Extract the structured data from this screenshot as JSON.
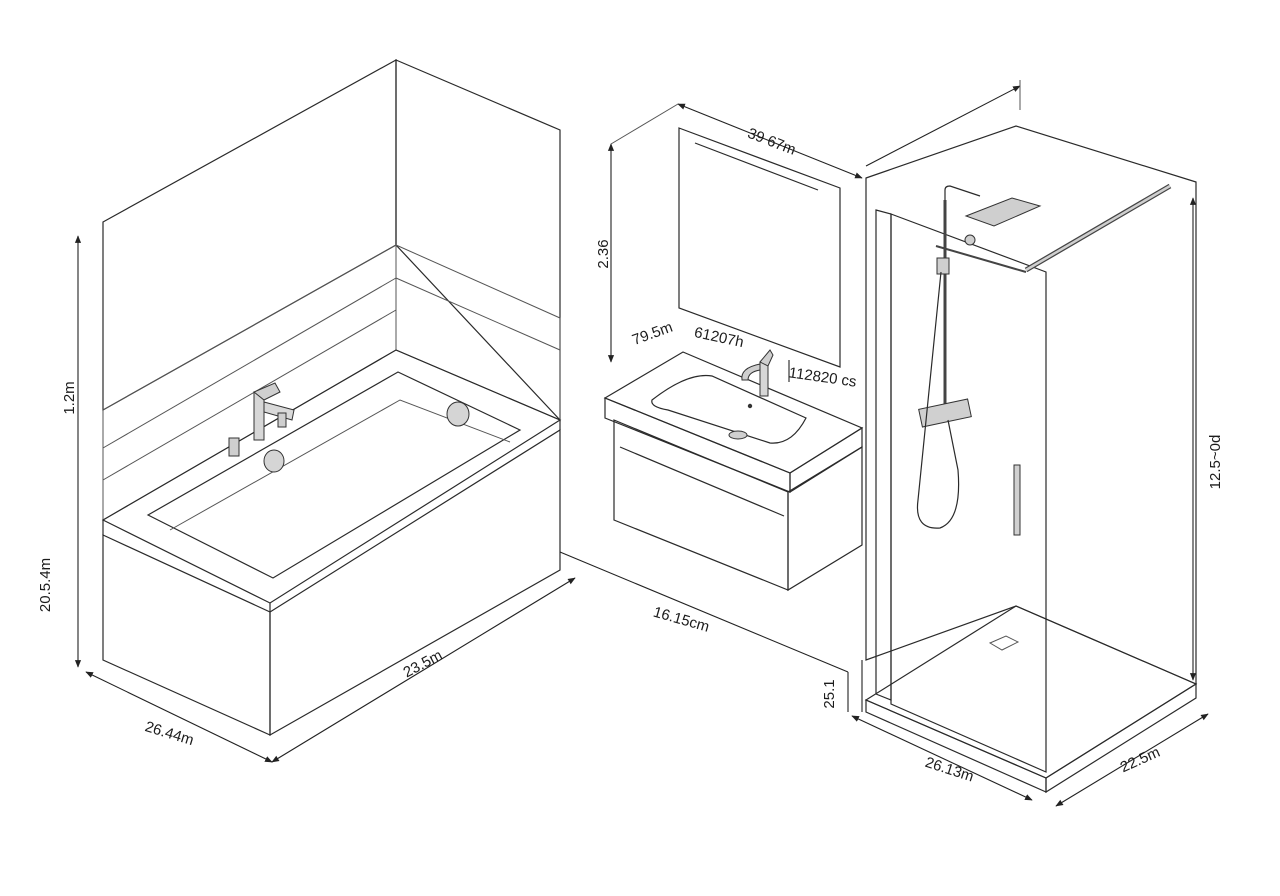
{
  "colors": {
    "line": "#2a2a2a",
    "wall": "#f4f4f4",
    "tile_band": "#e6e6e6",
    "surface": "#f0f0f0",
    "basin": "#fafafa",
    "cabinet": "#9a9a9a",
    "glass": "#bdbdbd",
    "mirror": "#e2e2e2"
  },
  "dimensions": {
    "bath_height_upper": "1.2m",
    "bath_height_lower": "20.5.4m",
    "bath_length": "23.5m",
    "bath_depth": "26.44m",
    "mirror_width": "39 67m",
    "mirror_height": "2.36",
    "vanity_label_a": "79.5m",
    "vanity_label_b": "61207h",
    "vanity_label_c": "112820 cs",
    "gap_width": "16.15cm",
    "shower_gap": "25.1",
    "shower_height": "12.5~0d",
    "shower_width": "26.13m",
    "shower_depth": "22.5m"
  }
}
